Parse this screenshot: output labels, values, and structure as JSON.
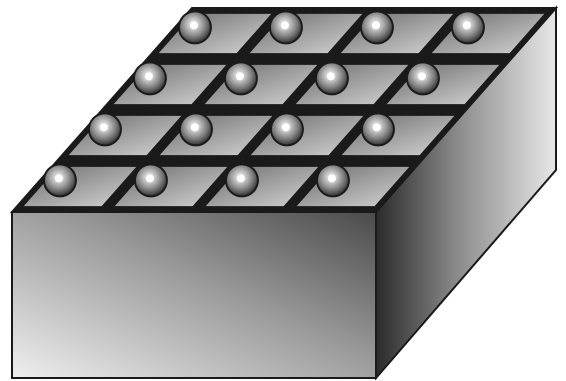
{
  "figure": {
    "subject": "battery block",
    "grid": {
      "rows": 4,
      "columns": 4
    },
    "cell_count": 16,
    "terminal_count": 16
  },
  "colors": {
    "background": "#ffffff",
    "outline": "#1a1a1a",
    "top_cell_dark": "#6b6b6b",
    "top_cell_light": "#d6d6d6",
    "front_dark": "#4a4a4a",
    "front_light": "#efefef",
    "side_dark": "#2b2b2b",
    "side_light": "#e8e8e8",
    "terminal_dark": "#3c3c3c",
    "terminal_light": "#cfcfcf",
    "terminal_highlight": "#ffffff"
  }
}
